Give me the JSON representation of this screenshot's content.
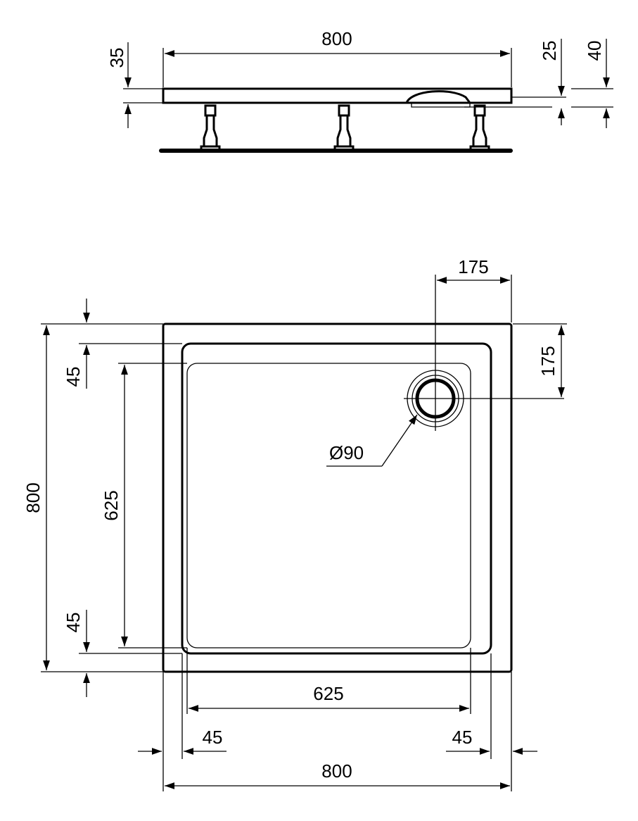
{
  "side_view": {
    "width_label": "800",
    "height_label": "35",
    "rim_label": "25",
    "total_label": "40"
  },
  "top_view": {
    "outer_width_label": "800",
    "outer_height_label": "800",
    "inner_width_label": "625",
    "inner_height_label": "625",
    "margin_top_label": "45",
    "margin_bottom_label": "45",
    "margin_left_label": "45",
    "margin_right_label": "45",
    "drain_offset_x_label": "175",
    "drain_offset_y_label": "175",
    "drain_diameter_label": "Ø90"
  }
}
